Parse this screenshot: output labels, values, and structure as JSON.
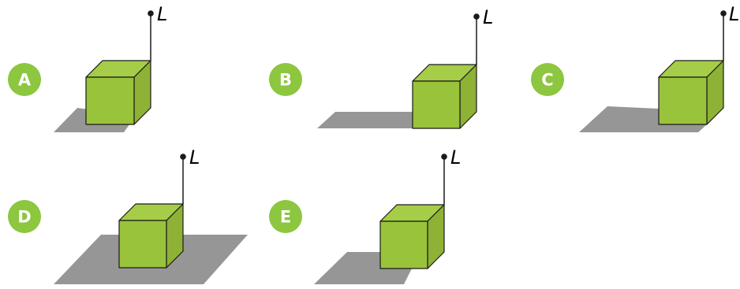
{
  "colors": {
    "badge": "#8dc63f",
    "badge_text": "#ffffff",
    "cube_front": "#99c33b",
    "cube_top": "#a6cd47",
    "cube_side": "#8db235",
    "outline": "#1a1a1a",
    "shadow": "#969696"
  },
  "lamp_label": "L",
  "options": [
    {
      "id": "a",
      "letter": "A"
    },
    {
      "id": "b",
      "letter": "B"
    },
    {
      "id": "c",
      "letter": "C"
    },
    {
      "id": "d",
      "letter": "D"
    },
    {
      "id": "e",
      "letter": "E"
    }
  ]
}
